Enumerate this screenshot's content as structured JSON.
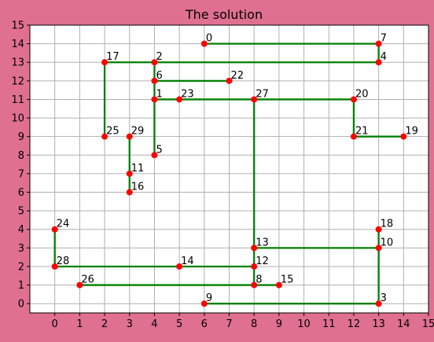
{
  "chart_data": {
    "type": "scatter",
    "title": "The solution",
    "xlim": [
      -1,
      15
    ],
    "ylim": [
      -0.5,
      15
    ],
    "xticks": [
      0,
      1,
      2,
      3,
      4,
      5,
      6,
      7,
      8,
      9,
      10,
      11,
      12,
      13,
      14,
      15
    ],
    "yticks": [
      0,
      1,
      2,
      3,
      4,
      5,
      6,
      7,
      8,
      9,
      10,
      11,
      12,
      13,
      14,
      15
    ],
    "grid": true,
    "points": [
      {
        "id": "0",
        "x": 6,
        "y": 14
      },
      {
        "id": "1",
        "x": 4,
        "y": 11
      },
      {
        "id": "2",
        "x": 4,
        "y": 13
      },
      {
        "id": "3",
        "x": 13,
        "y": 0
      },
      {
        "id": "4",
        "x": 13,
        "y": 13
      },
      {
        "id": "5",
        "x": 4,
        "y": 8
      },
      {
        "id": "6",
        "x": 4,
        "y": 12
      },
      {
        "id": "7",
        "x": 13,
        "y": 14
      },
      {
        "id": "8",
        "x": 8,
        "y": 1
      },
      {
        "id": "9",
        "x": 6,
        "y": 0
      },
      {
        "id": "10",
        "x": 13,
        "y": 3
      },
      {
        "id": "11",
        "x": 3,
        "y": 7
      },
      {
        "id": "12",
        "x": 8,
        "y": 2
      },
      {
        "id": "13",
        "x": 8,
        "y": 3
      },
      {
        "id": "14",
        "x": 5,
        "y": 2
      },
      {
        "id": "15",
        "x": 9,
        "y": 1
      },
      {
        "id": "16",
        "x": 3,
        "y": 6
      },
      {
        "id": "17",
        "x": 2,
        "y": 13
      },
      {
        "id": "18",
        "x": 13,
        "y": 4
      },
      {
        "id": "19",
        "x": 14,
        "y": 9
      },
      {
        "id": "20",
        "x": 12,
        "y": 11
      },
      {
        "id": "21",
        "x": 12,
        "y": 9
      },
      {
        "id": "22",
        "x": 7,
        "y": 12
      },
      {
        "id": "23",
        "x": 5,
        "y": 11
      },
      {
        "id": "24",
        "x": 0,
        "y": 4
      },
      {
        "id": "25",
        "x": 2,
        "y": 9
      },
      {
        "id": "26",
        "x": 1,
        "y": 1
      },
      {
        "id": "27",
        "x": 8,
        "y": 11
      },
      {
        "id": "28",
        "x": 0,
        "y": 2
      },
      {
        "id": "29",
        "x": 3,
        "y": 9
      }
    ],
    "segments": [
      [
        [
          6,
          14
        ],
        [
          13,
          14
        ]
      ],
      [
        [
          13,
          14
        ],
        [
          13,
          13
        ]
      ],
      [
        [
          13,
          13
        ],
        [
          2,
          13
        ]
      ],
      [
        [
          2,
          13
        ],
        [
          2,
          9
        ]
      ],
      [
        [
          4,
          13
        ],
        [
          4,
          8
        ]
      ],
      [
        [
          4,
          12
        ],
        [
          7,
          12
        ]
      ],
      [
        [
          4,
          11
        ],
        [
          12,
          11
        ]
      ],
      [
        [
          12,
          11
        ],
        [
          12,
          9
        ]
      ],
      [
        [
          12,
          9
        ],
        [
          14,
          9
        ]
      ],
      [
        [
          8,
          11
        ],
        [
          8,
          1
        ]
      ],
      [
        [
          3,
          9
        ],
        [
          3,
          6
        ]
      ],
      [
        [
          0,
          4
        ],
        [
          0,
          2
        ]
      ],
      [
        [
          0,
          2
        ],
        [
          8,
          2
        ]
      ],
      [
        [
          8,
          3
        ],
        [
          13,
          3
        ]
      ],
      [
        [
          13,
          4
        ],
        [
          13,
          0
        ]
      ],
      [
        [
          13,
          0
        ],
        [
          6,
          0
        ]
      ],
      [
        [
          1,
          1
        ],
        [
          9,
          1
        ]
      ]
    ],
    "colors": {
      "line": "#008000",
      "marker": "#ff0000",
      "grid": "#b0b0b0",
      "plot_bg": "#ffffff"
    }
  }
}
